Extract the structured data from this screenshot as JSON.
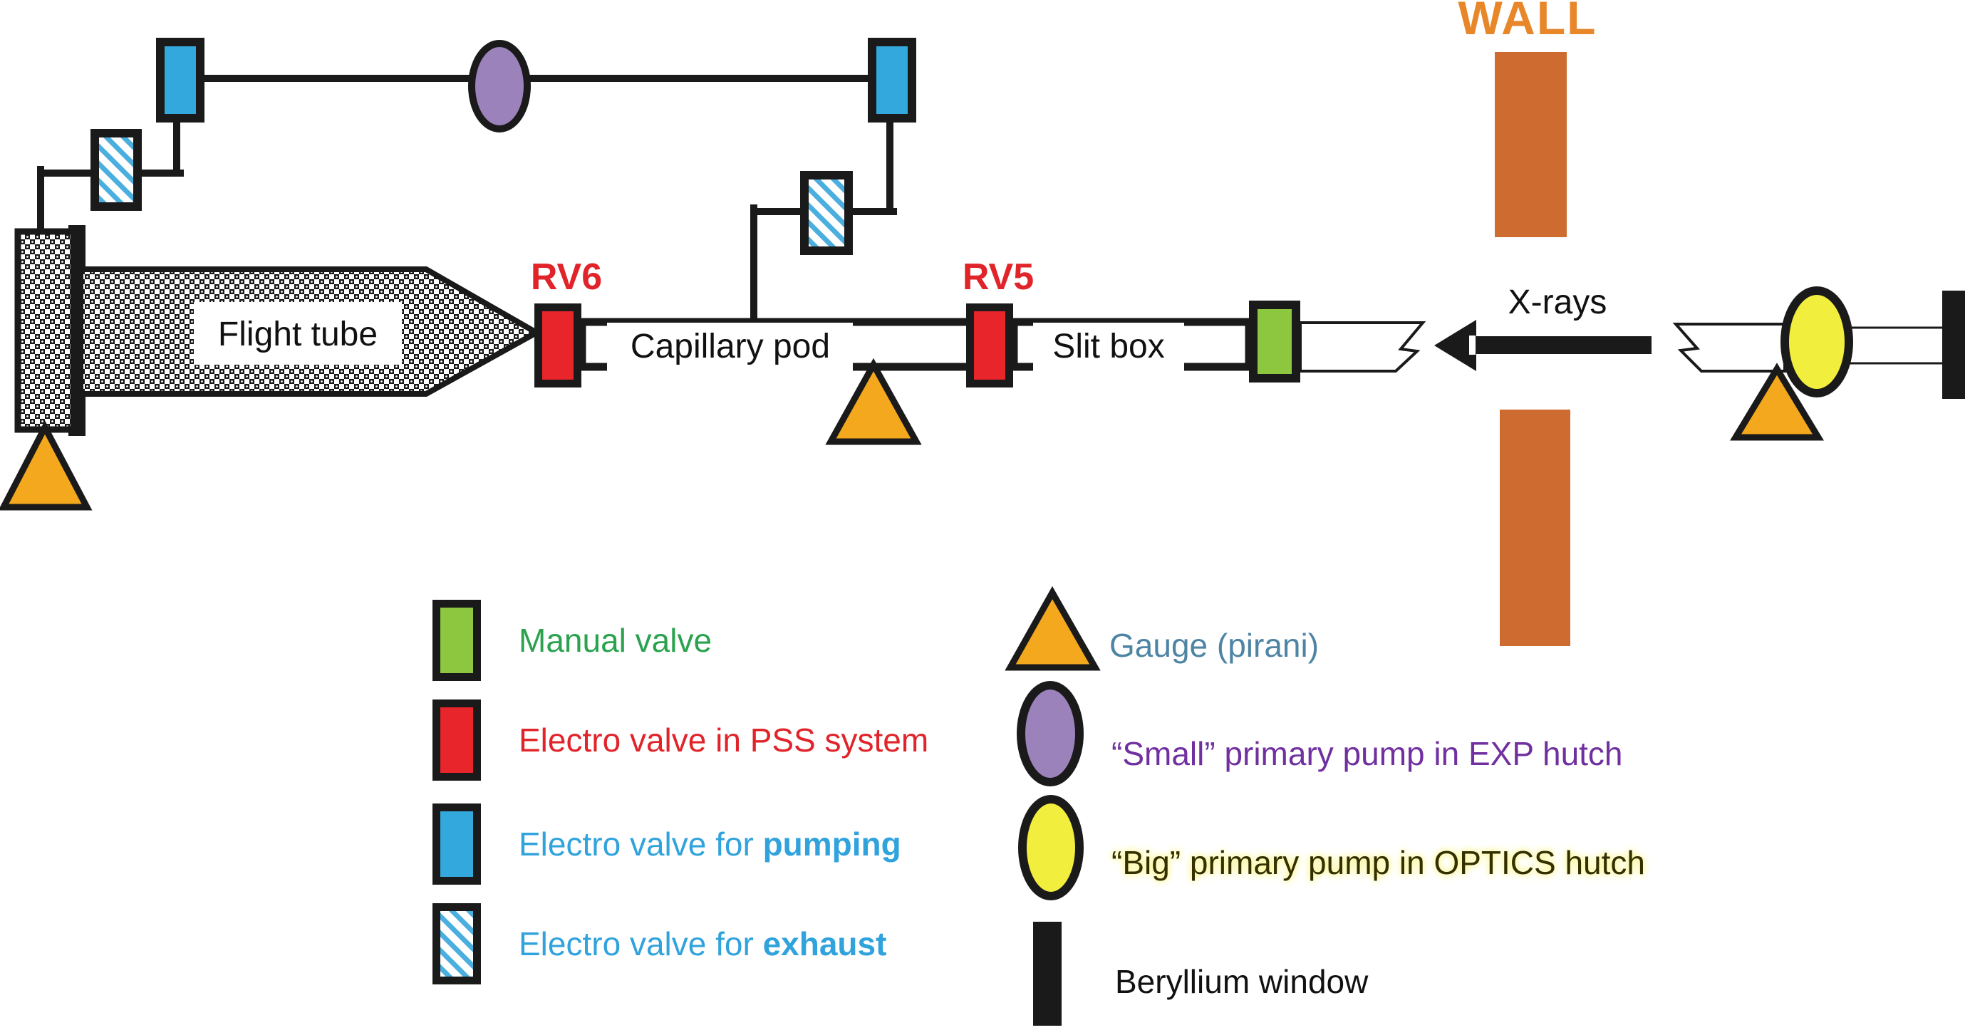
{
  "diagram": {
    "flight_tube_label": "Flight tube",
    "capillary_pod_label": "Capillary pod",
    "slit_box_label": "Slit box",
    "rv6_label": "RV6",
    "rv5_label": "RV5",
    "xrays_label": "X-rays",
    "wall_label": "WALL"
  },
  "legend": {
    "left": [
      {
        "icon": "manual-valve-swatch",
        "label": "Manual valve"
      },
      {
        "icon": "electro-valve-pss-swatch",
        "label": "Electro valve in PSS system"
      },
      {
        "icon": "electro-valve-pumping-swatch",
        "label_prefix": "Electro valve for ",
        "label_bold": "pumping"
      },
      {
        "icon": "electro-valve-exhaust-swatch",
        "label_prefix": "Electro valve for ",
        "label_bold": "exhaust"
      }
    ],
    "right": [
      {
        "icon": "gauge-pirani-swatch",
        "label": "Gauge (pirani)"
      },
      {
        "icon": "small-primary-pump-swatch",
        "label": "“Small” primary pump in EXP hutch"
      },
      {
        "icon": "big-primary-pump-swatch",
        "label": "“Big” primary pump in OPTICS hutch"
      },
      {
        "icon": "beryllium-window-swatch",
        "label": "Beryllium window"
      }
    ]
  },
  "colors": {
    "black": "#1a1a1a",
    "valve_red": "#e8252b",
    "valve_green": "#8dc63f",
    "valve_blue": "#33a8dd",
    "hatch_blue": "#4aaede",
    "gauge_amber": "#f3a81d",
    "pump_purple": "#9c82bb",
    "pump_yellow": "#f2ee3e",
    "wall_orange": "#cd6b30",
    "wall_text_orange": "#e8862a",
    "green_text": "#2aa24e",
    "red_text": "#e0242a",
    "blue_text": "#31a3dc",
    "purple_text": "#7030a0",
    "big_pump_text": "#332f00",
    "gauge_text": "#4e84a4",
    "label_black": "#111111"
  }
}
